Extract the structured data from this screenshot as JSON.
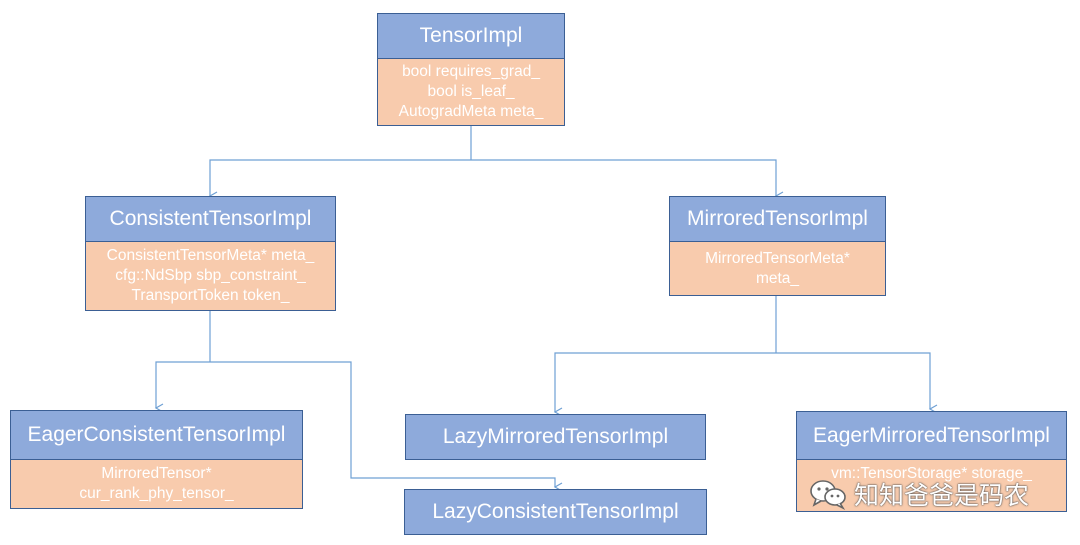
{
  "nodes": {
    "tensor_impl": {
      "title": "TensorImpl",
      "fields": [
        "bool requires_grad_",
        "bool is_leaf_",
        "AutogradMeta meta_"
      ]
    },
    "consistent_tensor_impl": {
      "title": "ConsistentTensorImpl",
      "fields": [
        "ConsistentTensorMeta* meta_",
        "cfg::NdSbp sbp_constraint_",
        "TransportToken token_"
      ]
    },
    "mirrored_tensor_impl": {
      "title": "MirroredTensorImpl",
      "fields": [
        "MirroredTensorMeta*",
        "meta_"
      ]
    },
    "eager_consistent_tensor_impl": {
      "title": "EagerConsistentTensorImpl",
      "fields": [
        "MirroredTensor*",
        "cur_rank_phy_tensor_"
      ]
    },
    "lazy_mirrored_tensor_impl": {
      "title": "LazyMirroredTensorImpl"
    },
    "eager_mirrored_tensor_impl": {
      "title": "EagerMirroredTensorImpl",
      "fields": [
        "vm::TensorStorage* storage_"
      ]
    },
    "lazy_consistent_tensor_impl": {
      "title": "LazyConsistentTensorImpl"
    }
  },
  "watermark": {
    "text": "知知爸爸是码农",
    "icon": "wechat-icon"
  },
  "colors": {
    "header_fill": "#8eaadb",
    "body_fill": "#f8cbad",
    "border": "#3b5f94",
    "edge": "#6fa0d4"
  }
}
